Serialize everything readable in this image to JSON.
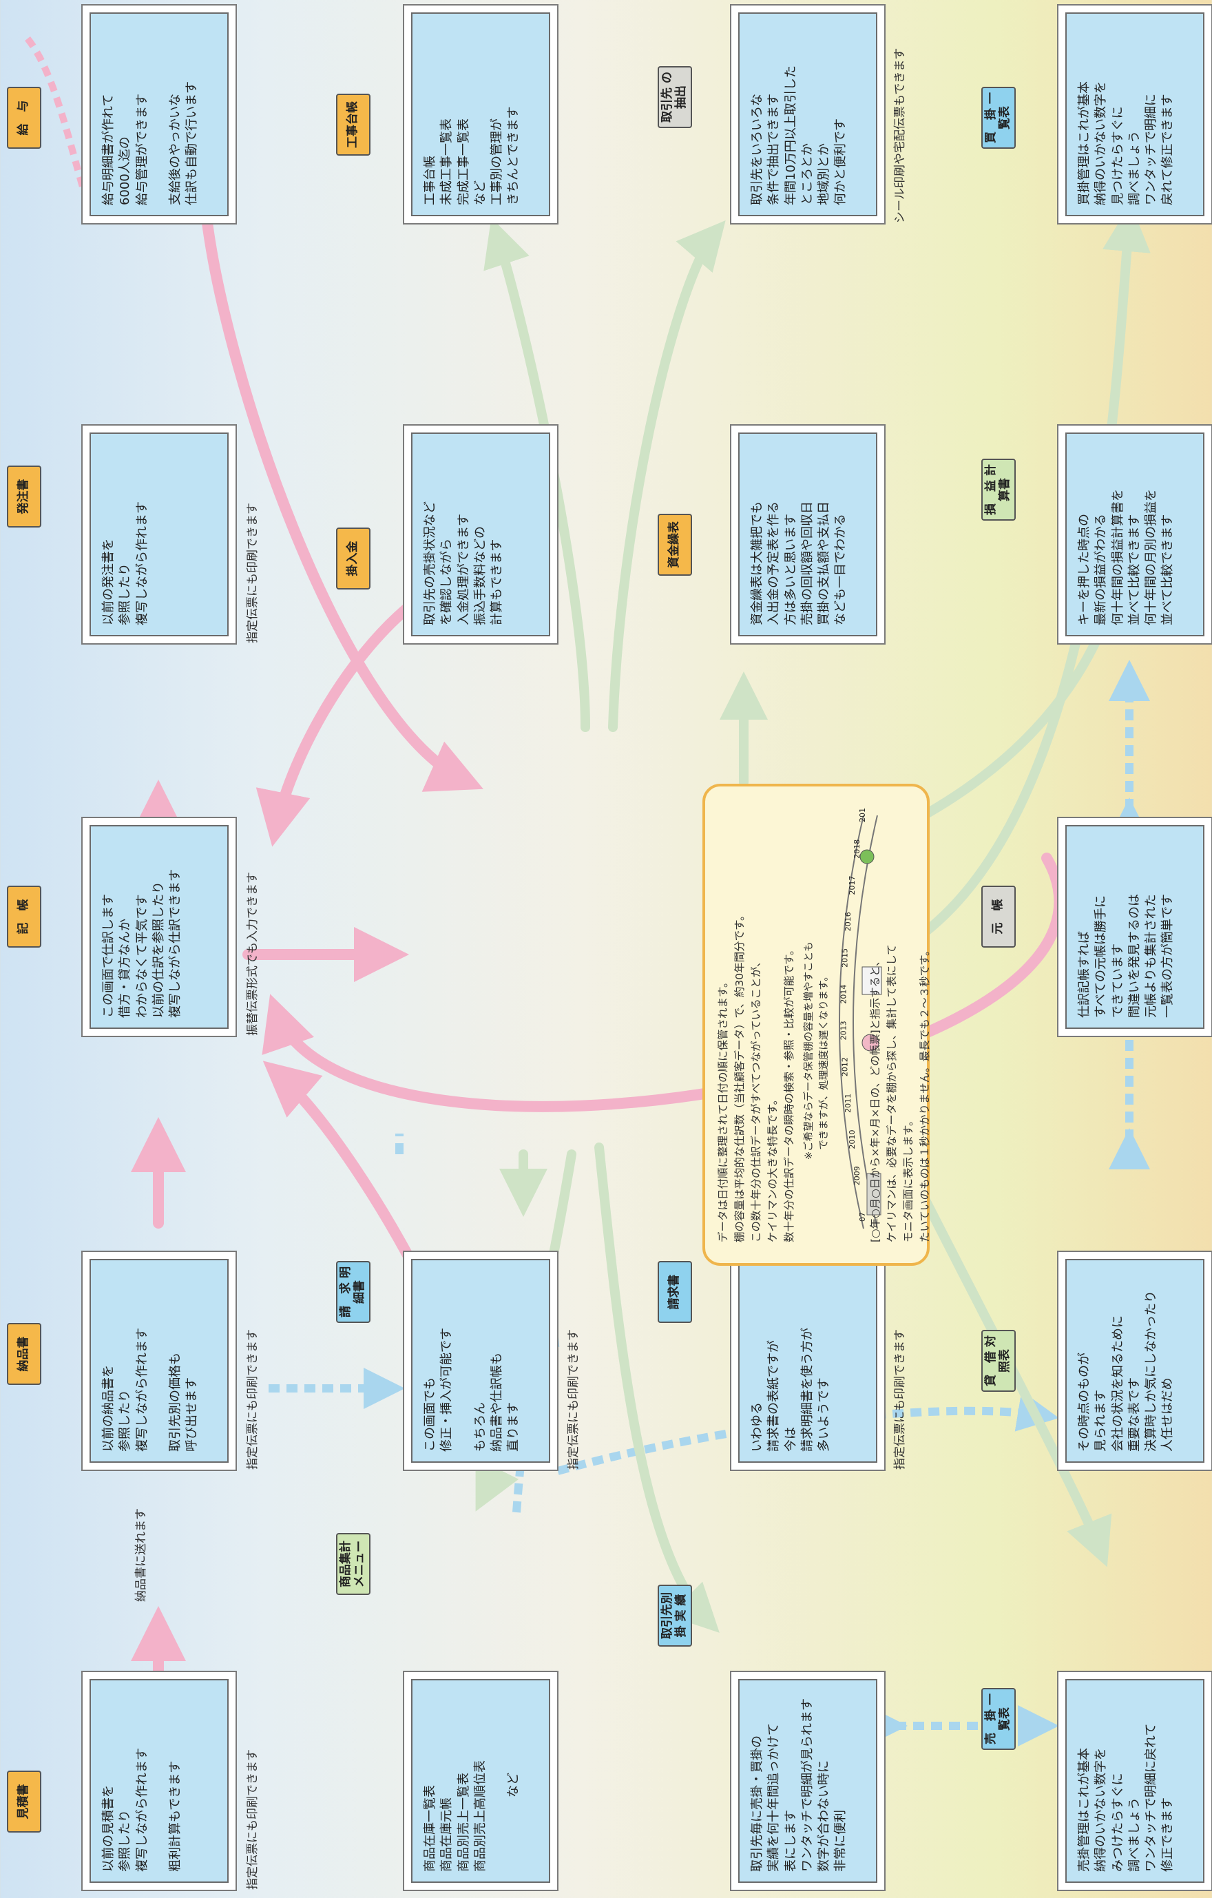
{
  "colors": {
    "orange_label": "#f5b84a",
    "blue_label": "#8fd2ee",
    "green_label": "#cfe6b4",
    "gray_label": "#d9d9d3",
    "card_fill": "#bfe3f4",
    "pink_arrow": "#f3b2c9",
    "blue_arrow": "#a9d6ee",
    "green_arrow": "#cfe3c6",
    "center_border": "#efb54c"
  },
  "labels": {
    "mitsumori": "見積書",
    "nohin": "納品書",
    "kicho": "記　帳",
    "hacchu": "発注書",
    "kyuyo": "給　与",
    "shohin_menu": "商品集計\nメニュー",
    "seikyu_meisai": "請　求\n明細書",
    "kainyukin": "掛入金",
    "kouji": "工事台帳",
    "torihiki_jisseki": "取引先別\n掛 実 績",
    "seikyusho": "請求書",
    "shikin": "資金繰表",
    "torihiki_chushutsu": "取引先\nの抽出",
    "urikake": "売　掛\n一覧表",
    "taishaku": "貸　借\n対照表",
    "motocho": "元　帳",
    "soneki": "損　益\n計算書",
    "kaikake": "買　掛\n一覧表"
  },
  "cards": {
    "mitsumori": "以前の見積書を\n参照したり\n複写しながら作れます\n\n粗利計算もできます",
    "nohin": "以前の納品書を\n参照したり\n複写しながら作れます\n\n取引先別の価格も\n呼び出せます",
    "kicho": "この画面で仕訳します\n借方・貸方なんか\nわからなくて平気です\n以前の仕訳を参照したり\n複写しながら仕訳できます",
    "hacchu": "以前の発注書を\n参照したり\n複写しながら作れます",
    "kyuyo": "給与明細書が作れて\n6000人迄の\n給与管理ができます\n\n支給後のやっかいな\n仕訳も自動で行います",
    "shohin": "商品在庫一覧表\n商品在庫元帳\n商品別売上一覧表\n商品別売上高順位表\n\n　　　　　　など",
    "seikyu_meisai": "この画面でも\n修正・挿入が可能です\n\nもちろん\n納品書や仕訳帳も\n直ります",
    "kainyukin": "取引先の売掛状況など\nを確認しながら\n入金処理ができます\n振込手数料などの\n計算もできます",
    "kouji": "工事台帳\n未成工事一覧表\n完成工事一覧表\nなど\n工事別の管理が\nきちんとできます",
    "torihiki_jisseki": "取引先毎に売掛・買掛の\n実績を何十年間追っかけて\n表にします\nワンタッチで明細が見られます\n数字が合わない時に\n非常に便利",
    "seikyusho": "いわゆる\n請求書の表紙ですが\n今は\n請求明細書を使う方が\n多いようです",
    "shikin": "資金繰表は大雑把でも\n入出金の予定表を作る\n方は多いと思います\n売掛の回収額や回収日\n買掛の支払額や支払日\nなども一目でわかる",
    "torihiki_chushutsu": "取引先をいろいろな\n条件で抽出できます\n年間10万円以上取引した\nところとか\n地域別とか\n何かと便利です",
    "urikake": "売掛管理はこれが基本\n納得のいかない数字を\nみつけたらすぐに\n調べましょう\nワンタッチで明細に戻れて\n修正できます",
    "taishaku": "その時点のものが\n見られます\n会社の状況を知るために\n重要な表です\n決算時しか気にしなかったり\n人任せはだめ",
    "motocho": "仕訳記帳すれば\nすべての元帳は勝手に\nできています\n間違いを発見するのは\n元帳よりも集計された\n一覧表の方が簡単です",
    "soneki": "キーを押した時点の\n最新の損益がわかる\n何十年間の損益計算書を\n並べて比較できます\n何十年間の月別の損益を\n並べて比較できます",
    "kaikake": "買掛管理はこれが基本\n納得のいかない数字を\n見つけたらすぐに\n調べましょう\nワンタッチで明細に\n戻れて修正できます"
  },
  "notes": {
    "mitsumori": "指定伝票にも印刷できます",
    "nohin": "指定伝票にも印刷できます",
    "kicho": "振替伝票形式でも入力できます",
    "hacchu": "指定伝票にも印刷できます",
    "seikyu_meisai": "指定伝票にも印刷できます",
    "seikyusho": "指定伝票にも印刷できます",
    "torihiki_chushutsu": "シール印刷や宅配伝票もできます",
    "send_to_nohin": "納品書に送れます"
  },
  "center": {
    "top_text": "データは日付順に整理されて日付の順に保管されます。\n棚の容量は平均的な仕訳数（当社顧客データ）で、約30年間分です。\nこの数十年分の仕訳データがすべてつながっていることが、\nケイリマンの大きな特長です。\n数十年分の仕訳データの瞬時の検索・参照・比較が可能です。",
    "note": "※ご希望ならデータ保管棚の容量を増やすことも\n　できますが、処理速度は遅くなります。",
    "bottom_text": "[○年○月○日から×年×月×日の、どの帳票]と指示すると、\nケイリマンは、必要なデータを棚から探し、集計して表にして\nモニタ画面に表示します。\nたいていのものは１秒かかりません。最長でも２〜３秒です。",
    "years": [
      "07",
      "2009",
      "2010",
      "2011",
      "2012",
      "2013",
      "2014",
      "2015",
      "2016",
      "2017",
      "2018",
      "201"
    ]
  }
}
